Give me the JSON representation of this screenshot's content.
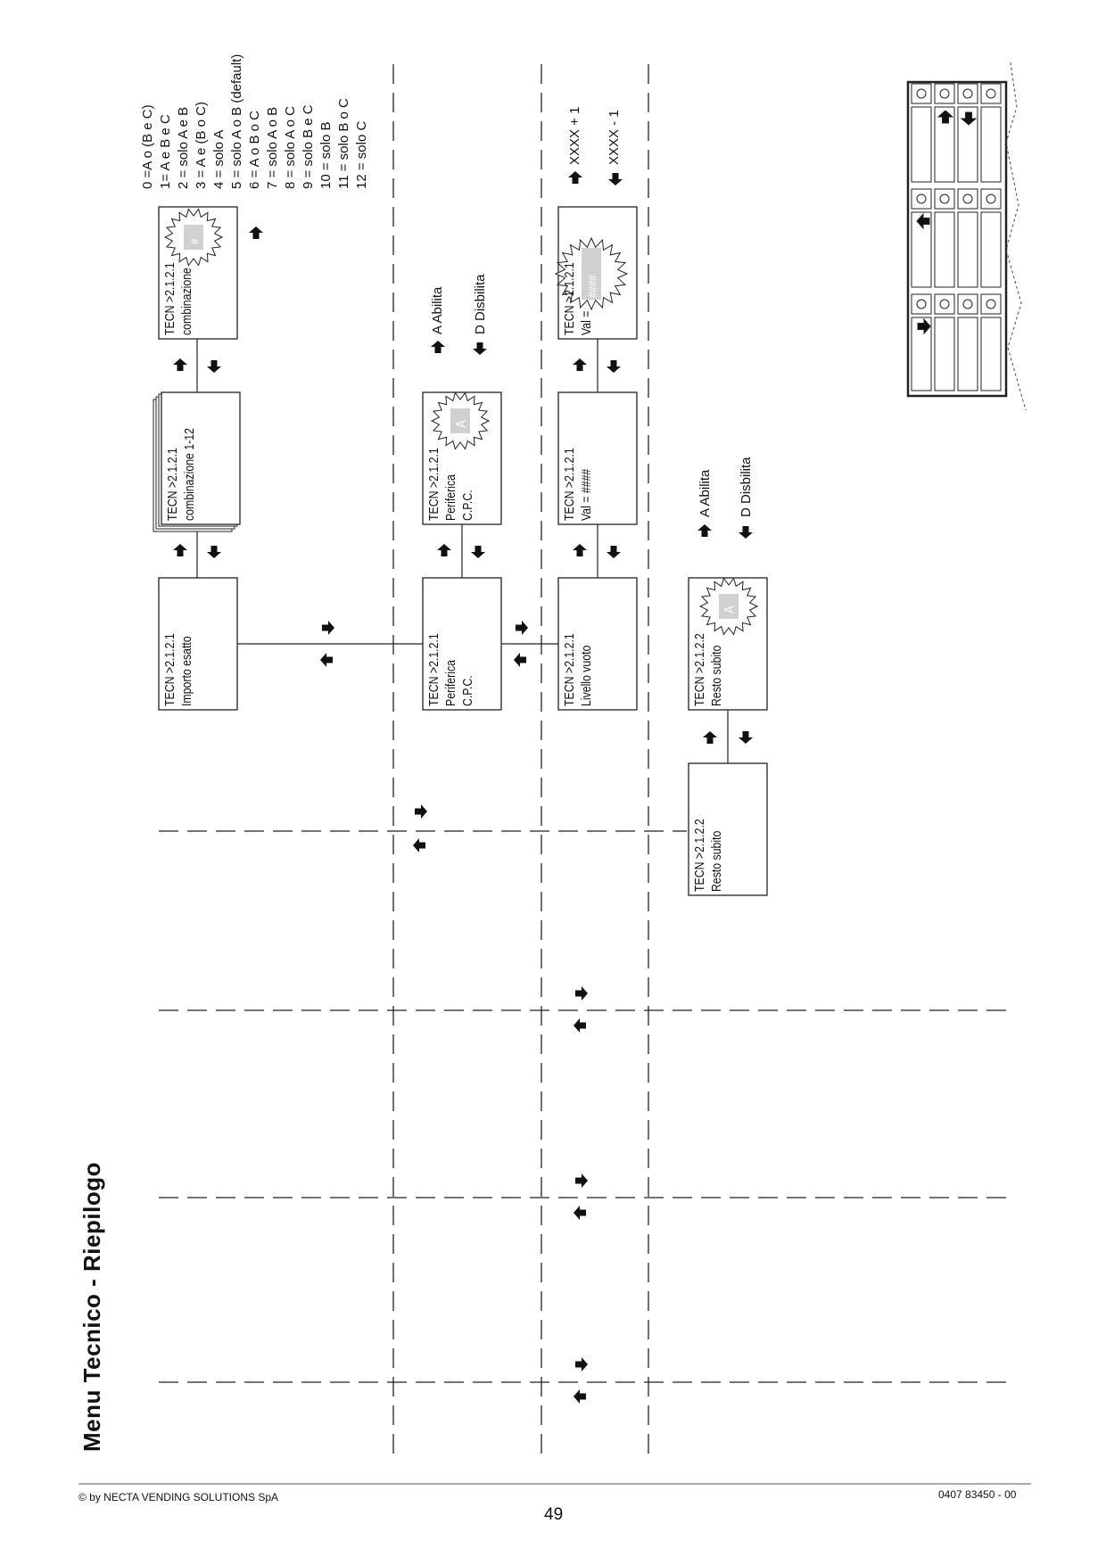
{
  "page": {
    "title": "Menu  Tecnico  - Riepilogo",
    "footer_left": "© by NECTA VENDING SOLUTIONS SpA",
    "footer_right": "0407 83450 - 00",
    "page_number": "49"
  },
  "boxes": {
    "importo": {
      "line1": "TECN >2.1.2.1",
      "line2": "Importo esatto"
    },
    "combinazione": {
      "line1": "TECN >2.1.2.1",
      "line2": "combinazione 1-12"
    },
    "combinazione_edit": {
      "line1": "TECN >2.1.2.1",
      "line2": "combinazione",
      "symbol": "#"
    },
    "periferica": {
      "line1": "TECN >2.1.2.1",
      "line2": "Periferica",
      "line3": "C.P.C."
    },
    "periferica_edit": {
      "line1": "TECN >2.1.2.1",
      "line2": "Periferica",
      "line3": "C.P.C.",
      "symbol": "A"
    },
    "livello": {
      "line1": "TECN >2.1.2.1",
      "line2": "Livello vuoto"
    },
    "livello_val": {
      "line1": "TECN >2.1.2.1",
      "line2": "Val = ####"
    },
    "livello_edit": {
      "line1": "TECN >2.1.2.1",
      "line2": "Val =",
      "symbol": "####"
    },
    "resto_edit": {
      "line1": "TECN >2.1.2.2",
      "line2": "Resto subito",
      "symbol": "A"
    },
    "resto": {
      "line1": "TECN >2.1.2.2",
      "line2": "Resto subito"
    }
  },
  "legend_combinazioni": [
    "0 =A o (B e C)",
    "1= A e B e C",
    "2 = solo A e B",
    "3 = A e (B o C)",
    "4 = solo A",
    "5 = solo A o B (default)",
    "6 = A o B o C",
    "7 = solo A o B",
    "8 = solo A o C",
    "9 = solo B e C",
    "10 = solo B",
    "11 = solo B o C",
    "12 = solo C"
  ],
  "notes": {
    "cpc_abilita": "A  Abilita",
    "cpc_disabilita": "D  Disbilita",
    "val_plus": "XXXX + 1",
    "val_minus": "XXXX - 1",
    "resto_abilita": "A  Abilita",
    "resto_disabilita": "D  Disbilita"
  },
  "keypad": {
    "rows": 4,
    "cols": 3,
    "icons": [
      "enter-arrow-icon",
      "up-arrow-icon",
      "down-arrow-icon",
      "back-arrow-icon"
    ]
  }
}
